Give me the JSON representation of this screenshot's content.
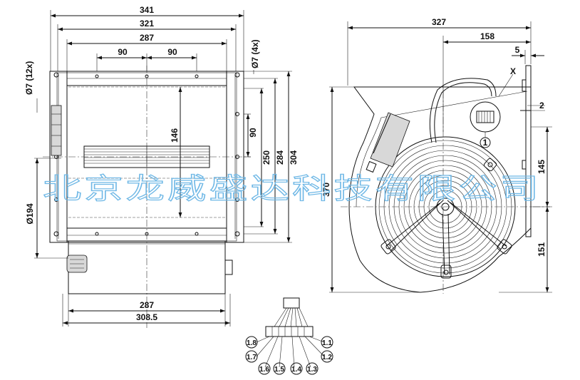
{
  "front_view": {
    "dims": {
      "w341": "341",
      "w321": "321",
      "w287_top": "287",
      "s90_a": "90",
      "s90_b": "90",
      "hole_7_4x": "Ø7 (4x)",
      "hole_7_12x": "Ø7 (12x)",
      "h146": "146",
      "h90": "90",
      "h250": "250",
      "h284": "284",
      "h304": "304",
      "d194": "Ø194",
      "w287_bottom": "287",
      "w308_5": "308.5"
    }
  },
  "side_view": {
    "dims": {
      "w327": "327",
      "w158": "158",
      "w5": "5",
      "w2": "2",
      "h370": "370",
      "h145": "145",
      "h151": "151",
      "detail_x": "X",
      "callout_1": "1"
    }
  },
  "connector": {
    "pins_left": [
      "1.8",
      "1.7"
    ],
    "pins_bottom": [
      "1.6",
      "1.5",
      "1.4",
      "1.3"
    ],
    "pins_right": [
      "1.1",
      "1.2"
    ]
  },
  "watermark": "北京龙威盛达科技有限公司"
}
